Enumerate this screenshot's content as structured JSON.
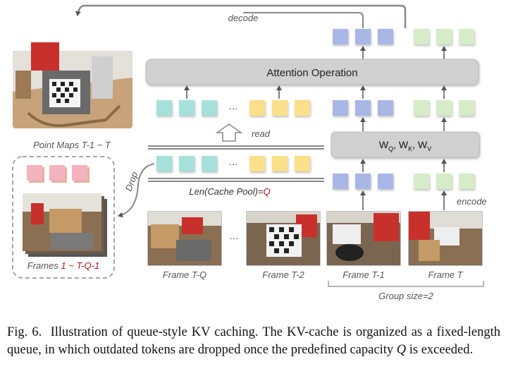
{
  "colors": {
    "teal": "#a6e0da",
    "yellow": "#fbe08a",
    "blue": "#a9b7e6",
    "green": "#d6ecc9",
    "pink": "#f3b3bf",
    "box_fill": "#d0d0d0",
    "accent_red": "#b01818"
  },
  "labels": {
    "decode": "decode",
    "attention": "Attention Operation",
    "read": "read",
    "pointmaps": "Point Maps T-1 ~ T",
    "drop": "Drop",
    "cache_len_prefix": "Len(Cache Pool)=",
    "cache_len_q": "Q",
    "encode": "encode",
    "frames_prefix": "Frames ",
    "frames_range": "1 ~ T-Q-1",
    "frame_tq": "Frame T-Q",
    "frame_t2": "Frame T-2",
    "frame_t1": "Frame T-1",
    "frame_t": "Frame T",
    "group_size": "Group size=2",
    "ellipsis": "···",
    "wq": "W",
    "wq_sub": "Q",
    "wk": "W",
    "wk_sub": "K",
    "wv": "W",
    "wv_sub": "V"
  },
  "caption": {
    "fig": "Fig. 6.",
    "text_before_q": "Illustration of queue-style KV caching. The KV-cache is organized as a fixed-length queue, in which outdated tokens are dropped once the predefined capacity",
    "q": "Q",
    "text_after_q": "is exceeded."
  }
}
